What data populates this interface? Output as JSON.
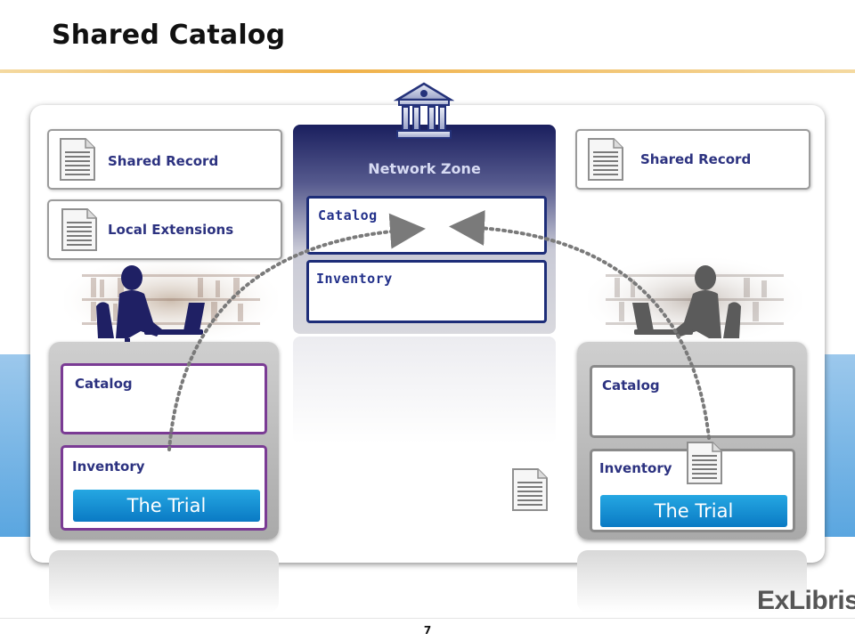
{
  "title": "Shared Catalog",
  "network_zone": {
    "label": "Network Zone",
    "catalog_label": "Catalog",
    "inventory_label": "Inventory"
  },
  "left_records": {
    "shared_record": "Shared Record",
    "local_extensions": "Local Extensions"
  },
  "right_records": {
    "shared_record": "Shared Record"
  },
  "left_library": {
    "catalog_label": "Catalog",
    "inventory_label": "Inventory",
    "item_button": "The Trial",
    "border_color": "#7a3b94"
  },
  "right_library": {
    "catalog_label": "Catalog",
    "inventory_label": "Inventory",
    "item_button": "The Trial",
    "border_color": "#8a8a8a"
  },
  "page_number": "7",
  "logo_text": "ExLibris",
  "icons": [
    "document-icon",
    "bank-building-icon",
    "librarian-icon"
  ]
}
